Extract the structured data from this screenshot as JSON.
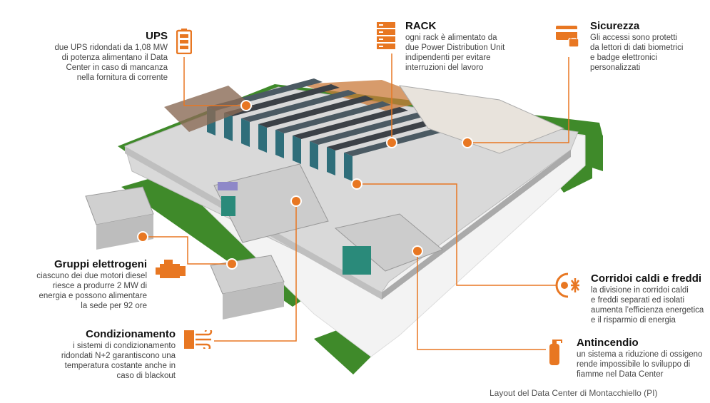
{
  "colors": {
    "accent": "#e87722",
    "grass": "#3f8a2a",
    "floor": "#d9d9d9",
    "rack": "#3c4147",
    "wall": "#f2f2f2"
  },
  "callouts": {
    "ups": {
      "title": "UPS",
      "text": "due UPS ridondati da 1,08 MW\ndi potenza alimentano il Data\nCenter in caso di mancanza\nnella fornitura di corrente",
      "icon": "battery-icon"
    },
    "rack": {
      "title": "RACK",
      "text": "ogni rack è alimentato da\ndue Power Distribution Unit\nindipendenti per evitare\ninterruzioni del lavoro",
      "icon": "server-rack-icon"
    },
    "sicurezza": {
      "title": "Sicurezza",
      "text": "Gli accessi sono protetti\nda lettori di dati biometrici\ne badge elettronici\npersonalizzati",
      "icon": "card-lock-icon"
    },
    "gruppi": {
      "title": "Gruppi elettrogeni",
      "text": "ciascuno dei due motori diesel\nriesce a produrre 2 MW di\nenergia e possono alimentare\nla sede per 92 ore",
      "icon": "engine-icon"
    },
    "corridoi": {
      "title": "Corridoi caldi e freddi",
      "text": "la divisione in corridoi caldi\ne freddi separati ed isolati\naumenta l’efficienza energetica\ne il risparmio di energia",
      "icon": "hot-cold-icon"
    },
    "condizionamento": {
      "title": "Condizionamento",
      "text": "i sistemi di condizionamento\nridondati N+2 garantiscono una\ntemperatura costante anche in\ncaso di blackout",
      "icon": "air-flow-icon"
    },
    "antincendio": {
      "title": "Antincendio",
      "text": "un sistema a riduzione di ossigeno\nrende impossibile lo sviluppo di\nfiamme nel Data Center",
      "icon": "fire-extinguisher-icon"
    }
  },
  "caption": "Layout del Data Center di Montacchiello (PI)"
}
